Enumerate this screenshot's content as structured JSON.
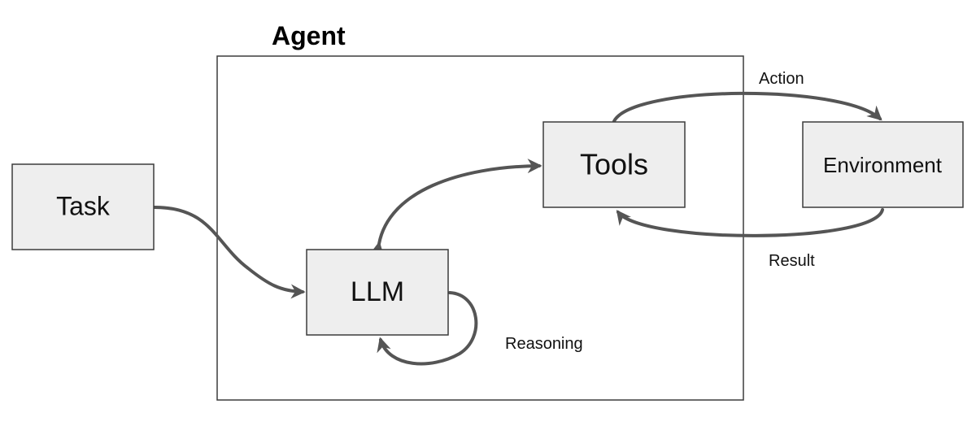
{
  "agent": {
    "title": "Agent"
  },
  "nodes": {
    "task": "Task",
    "llm": "LLM",
    "tools": "Tools",
    "environment": "Environment"
  },
  "edges": {
    "action": "Action",
    "result": "Result",
    "reasoning": "Reasoning"
  },
  "colors": {
    "box_fill": "#eeeeee",
    "box_stroke": "#3c3c3c",
    "arrow": "#555555",
    "text": "#111111"
  }
}
